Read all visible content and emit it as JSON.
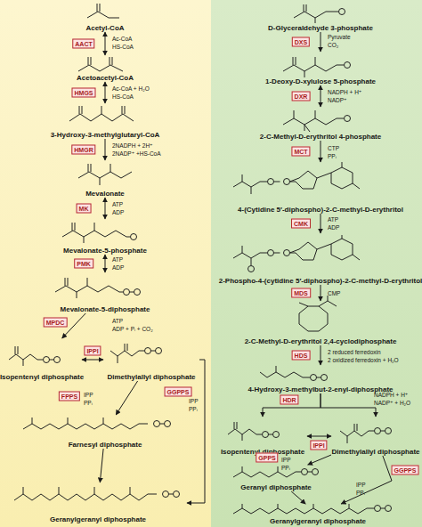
{
  "diagram": {
    "nodes": [
      {
        "text": [
          "Acetyl-CoA"
        ]
      },
      {
        "text": [
          "Acetoacetyl-CoA"
        ]
      },
      {
        "text": [
          "3-Hydroxy-3-methylglutaryl-CoA"
        ]
      },
      {
        "text": [
          "Mevalonate"
        ]
      },
      {
        "text": [
          "Mevalonate-5-phosphate"
        ]
      },
      {
        "text": [
          "Mevalonate-5-diphosphate"
        ]
      },
      {
        "text": [
          "Isopentenyl diphosphate"
        ]
      },
      {
        "text": [
          "Dimethylallyl diphosphate"
        ]
      },
      {
        "text": [
          "Farnesyl diphosphate"
        ]
      },
      {
        "text": [
          "Geranylgeranyl diphosphate"
        ]
      },
      {
        "text": [
          "D-Glyceraldehyde 3-phosphate"
        ]
      },
      {
        "text": [
          "1-Deoxy-D-xylulose 5-phosphate"
        ]
      },
      {
        "text": [
          "2-C-Methyl-D-erythritol 4-phosphate"
        ]
      },
      {
        "text": [
          "4-(Cytidine 5′-diphospho)-2-C-methyl-D-erythritol"
        ]
      },
      {
        "text": [
          "2-Phospho-4-(cytidine 5′-diphospho)-2-C-methyl-D-erythritol"
        ]
      },
      {
        "text": [
          "2-C-Methyl-D-erythritol 2,4-cyclodiphosphate"
        ]
      },
      {
        "text": [
          "4-Hydroxy-3-methylbut-2-enyl-diphosphate"
        ]
      },
      {
        "text": [
          "Isopentenyl diphosphate"
        ]
      },
      {
        "text": [
          "Dimethylallyl diphosphate"
        ]
      },
      {
        "text": [
          "Geranyl diphosphate"
        ]
      },
      {
        "text": [
          "Geranylgeranyl diphosphate"
        ]
      }
    ],
    "edges": [
      {
        "from": 0,
        "to": 1,
        "arrow": "both",
        "label": "AACT"
      },
      {
        "from": 1,
        "to": 2,
        "arrow": "both",
        "label": "HMGS"
      },
      {
        "from": 2,
        "to": 3,
        "arrow": "to",
        "label": "HMGR"
      },
      {
        "from": 3,
        "to": 4,
        "arrow": "both",
        "label": "MK"
      },
      {
        "from": 4,
        "to": 5,
        "arrow": "both",
        "label": "PMK"
      },
      {
        "from": 5,
        "to": 6,
        "arrow": "to",
        "label": "MPDC"
      },
      {
        "from": 6,
        "to": 7,
        "arrow": "both",
        "label": "IPPI"
      },
      {
        "from": 7,
        "to": 8,
        "arrow": "to",
        "label": "FPPS"
      },
      {
        "from": 7,
        "to": 9,
        "arrow": "to",
        "label": "GGPPS"
      },
      {
        "from": 8,
        "to": 9,
        "arrow": "to"
      },
      {
        "from": 10,
        "to": 11,
        "arrow": "to",
        "label": "DXS"
      },
      {
        "from": 11,
        "to": 12,
        "arrow": "both",
        "label": "DXR"
      },
      {
        "from": 12,
        "to": 13,
        "arrow": "to",
        "label": "MCT"
      },
      {
        "from": 13,
        "to": 14,
        "arrow": "to",
        "label": "CMK"
      },
      {
        "from": 14,
        "to": 15,
        "arrow": "to",
        "label": "MDS"
      },
      {
        "from": 15,
        "to": 16,
        "arrow": "to",
        "label": "HDS"
      },
      {
        "from": 16,
        "to": 17,
        "arrow": "to",
        "label": "HDR"
      },
      {
        "from": 16,
        "to": 18,
        "arrow": "to"
      },
      {
        "from": 17,
        "to": 18,
        "arrow": "both",
        "label": "IPPI"
      },
      {
        "from": 18,
        "to": 19,
        "arrow": "to",
        "label": "GPPS"
      },
      {
        "from": 18,
        "to": 20,
        "arrow": "to",
        "label": "GGPPS"
      },
      {
        "from": 19,
        "to": 20,
        "arrow": "to"
      }
    ],
    "labels": [
      "Ac-CoA",
      "HS-CoA",
      "Ac-CoA + H₂O",
      "HS-CoA",
      "2NADPH + 2H⁺",
      "2NADP⁺ +HS-CoA",
      "ATP",
      "ADP",
      "ATP",
      "ADP",
      "ATP",
      "ADP + Pᵢ + CO₂",
      "IPP",
      "PPᵢ",
      "IPP",
      "PPᵢ",
      "Pyruvate",
      "CO₂",
      "NADPH + H⁺",
      "NADP⁺",
      "CTP",
      "PPᵢ",
      "ATP",
      "ADP",
      "CMP",
      "2 reduced ferredoxin",
      "2 oxidized ferredoxin + H₂O",
      "NADPH + H⁺",
      "NADP⁺ + H₂O",
      "IPP",
      "PPᵢ",
      "IPP",
      "PPᵢ"
    ]
  }
}
